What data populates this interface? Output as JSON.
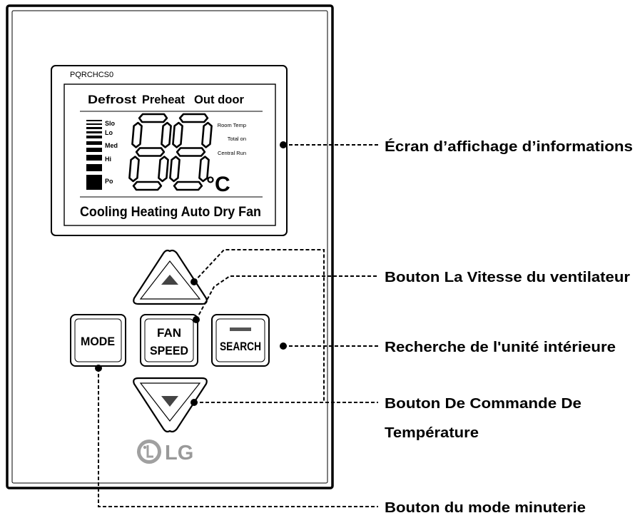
{
  "display": {
    "model": "PQRCHCS0",
    "top_modes": [
      "Defrost",
      "Preheat",
      "Out door"
    ],
    "speed_levels": [
      "Slo",
      "Lo",
      "Med",
      "Hi",
      "Po"
    ],
    "digits": "88",
    "unit": "°C",
    "status": [
      "Room Temp",
      "Total on",
      "Central Run"
    ],
    "op_modes": "Cooling Heating Auto Dry Fan"
  },
  "buttons": {
    "up_icon": "triangle-up-icon",
    "down_icon": "triangle-down-icon",
    "mode": "MODE",
    "fan_line1": "FAN",
    "fan_line2": "SPEED",
    "search": "SEARCH"
  },
  "brand": {
    "logo_text": "LG",
    "logo_color": "#999999"
  },
  "labels": {
    "display": "Écran d’affichage d’informations",
    "fan_speed": "Bouton La Vitesse du ventilateur",
    "search": "Recherche de l'unité intérieure",
    "temp_line1": "Bouton De Commande De",
    "temp_line2": "Température",
    "timer": "Bouton du mode minuterie"
  }
}
